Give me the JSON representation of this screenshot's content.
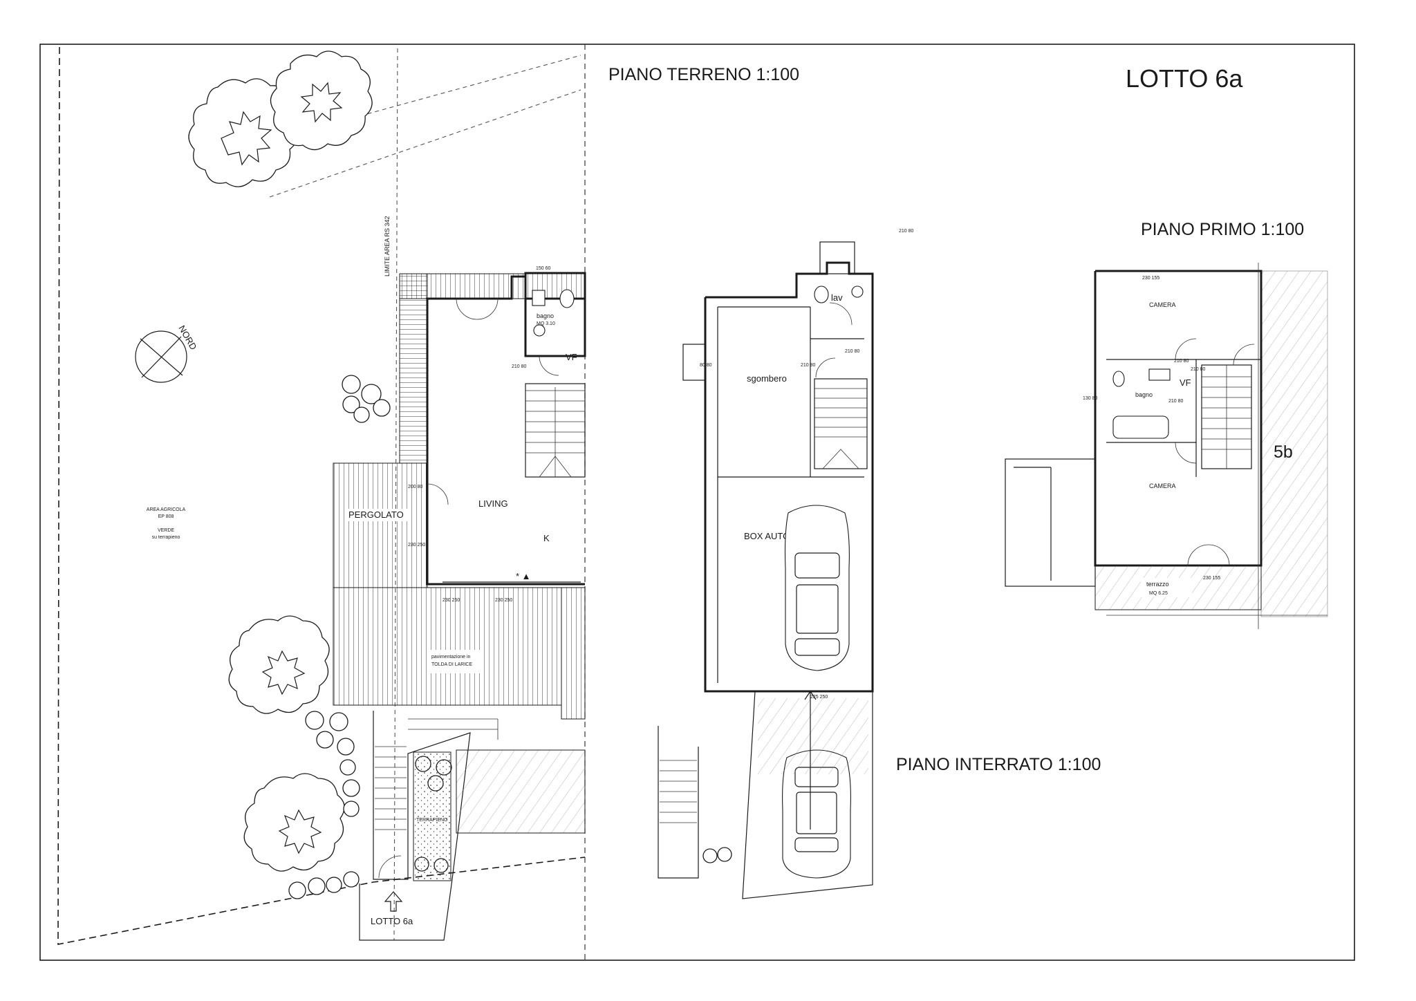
{
  "drawing": {
    "lot_title": "LOTTO 6a",
    "plans": {
      "ground": "PIANO TERRENO 1:100",
      "first": "PIANO PRIMO 1:100",
      "basement": "PIANO INTERRATO 1:100"
    },
    "north_label": "NORD",
    "boundary_label": "LIMITE AREA RS 342",
    "agri_area": [
      "AREA AGRICOLA",
      "EP 808",
      "VERDE",
      "su terrapieno"
    ],
    "entrance_label": "LOTTO 6a",
    "neighbour_label": "5b"
  },
  "ground_floor": {
    "rooms": {
      "living": "LIVING",
      "kitchen": "K",
      "bath": "bagno",
      "bath_area": "MQ 3.10",
      "pergola": "PERGOLATO",
      "paving_1": "pavimentazione in",
      "paving_2": "TOLDA DI LARICE",
      "embankment": "TERRAPIENO",
      "vf": "VF"
    },
    "dims": {
      "d1": "210 80",
      "d2": "200 80",
      "d3": "230 250",
      "d4": "230 250",
      "d5": "230 250",
      "d6": "150 60"
    }
  },
  "basement_floor": {
    "rooms": {
      "lav": "lav",
      "storage": "sgombero",
      "garage": "BOX AUTO"
    },
    "dims": {
      "d1": "210 80",
      "d2": "210 80",
      "d3": "210 80",
      "d4": "225 250",
      "d5": "80 80"
    }
  },
  "first_floor": {
    "rooms": {
      "bedroom_1": "CAMERA",
      "bedroom_2": "CAMERA",
      "bath": "bagno",
      "terrace": "terrazzo",
      "terrace_area": "MQ 6.25",
      "vf": "VF"
    },
    "dims": {
      "d1": "130 80",
      "d2": "210 80",
      "d3": "210 80",
      "d4": "210 80",
      "d5": "230 155",
      "d6": "230 155"
    }
  }
}
